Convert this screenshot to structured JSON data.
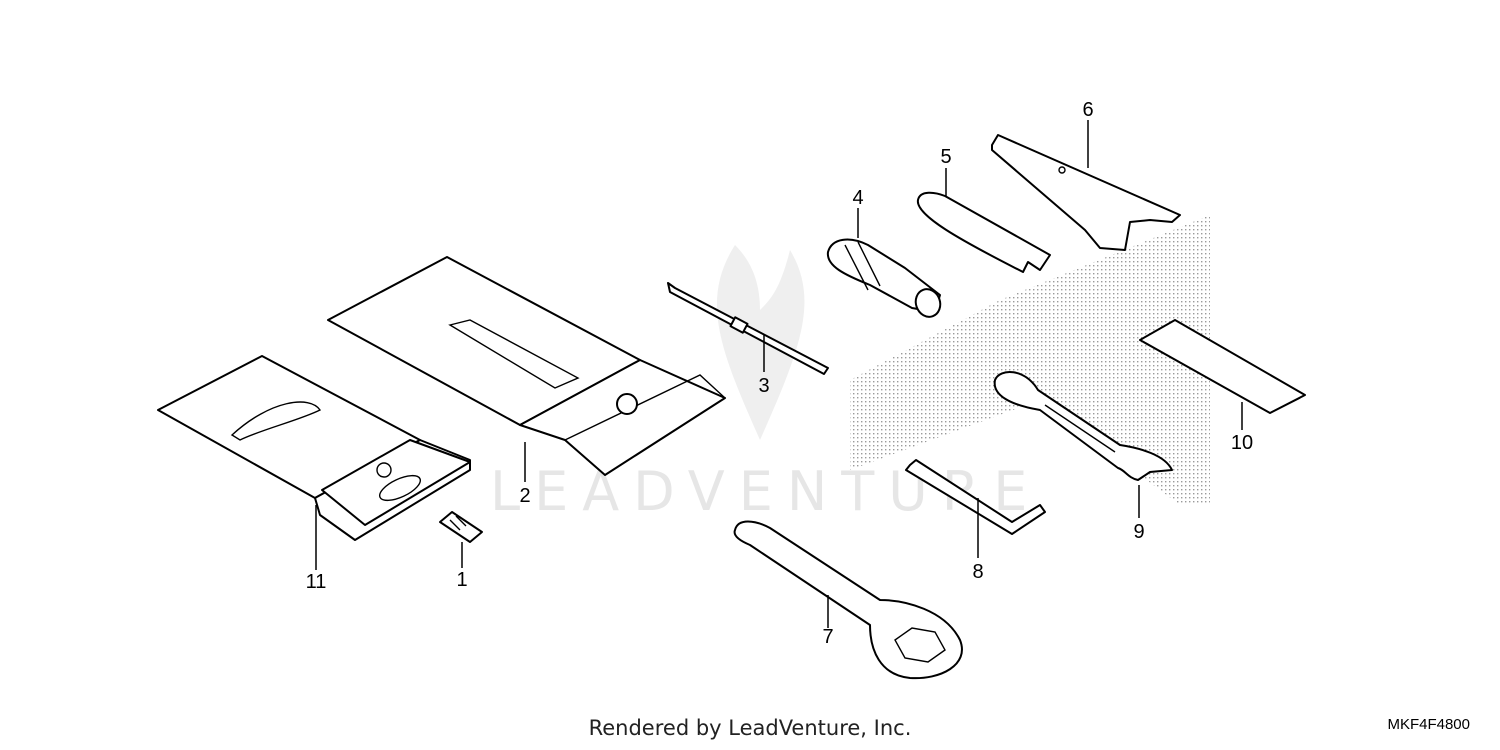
{
  "diagram": {
    "callouts": [
      "1",
      "2",
      "3",
      "4",
      "5",
      "6",
      "7",
      "8",
      "9",
      "10",
      "11"
    ],
    "watermark": "LEADVENTURE",
    "footer": "Rendered by LeadVenture, Inc.",
    "diagram_code": "MKF4F4800"
  },
  "colors": {
    "line": "#000000",
    "stipple": "#9a9a9a",
    "watermark": "#e6e6e6"
  }
}
